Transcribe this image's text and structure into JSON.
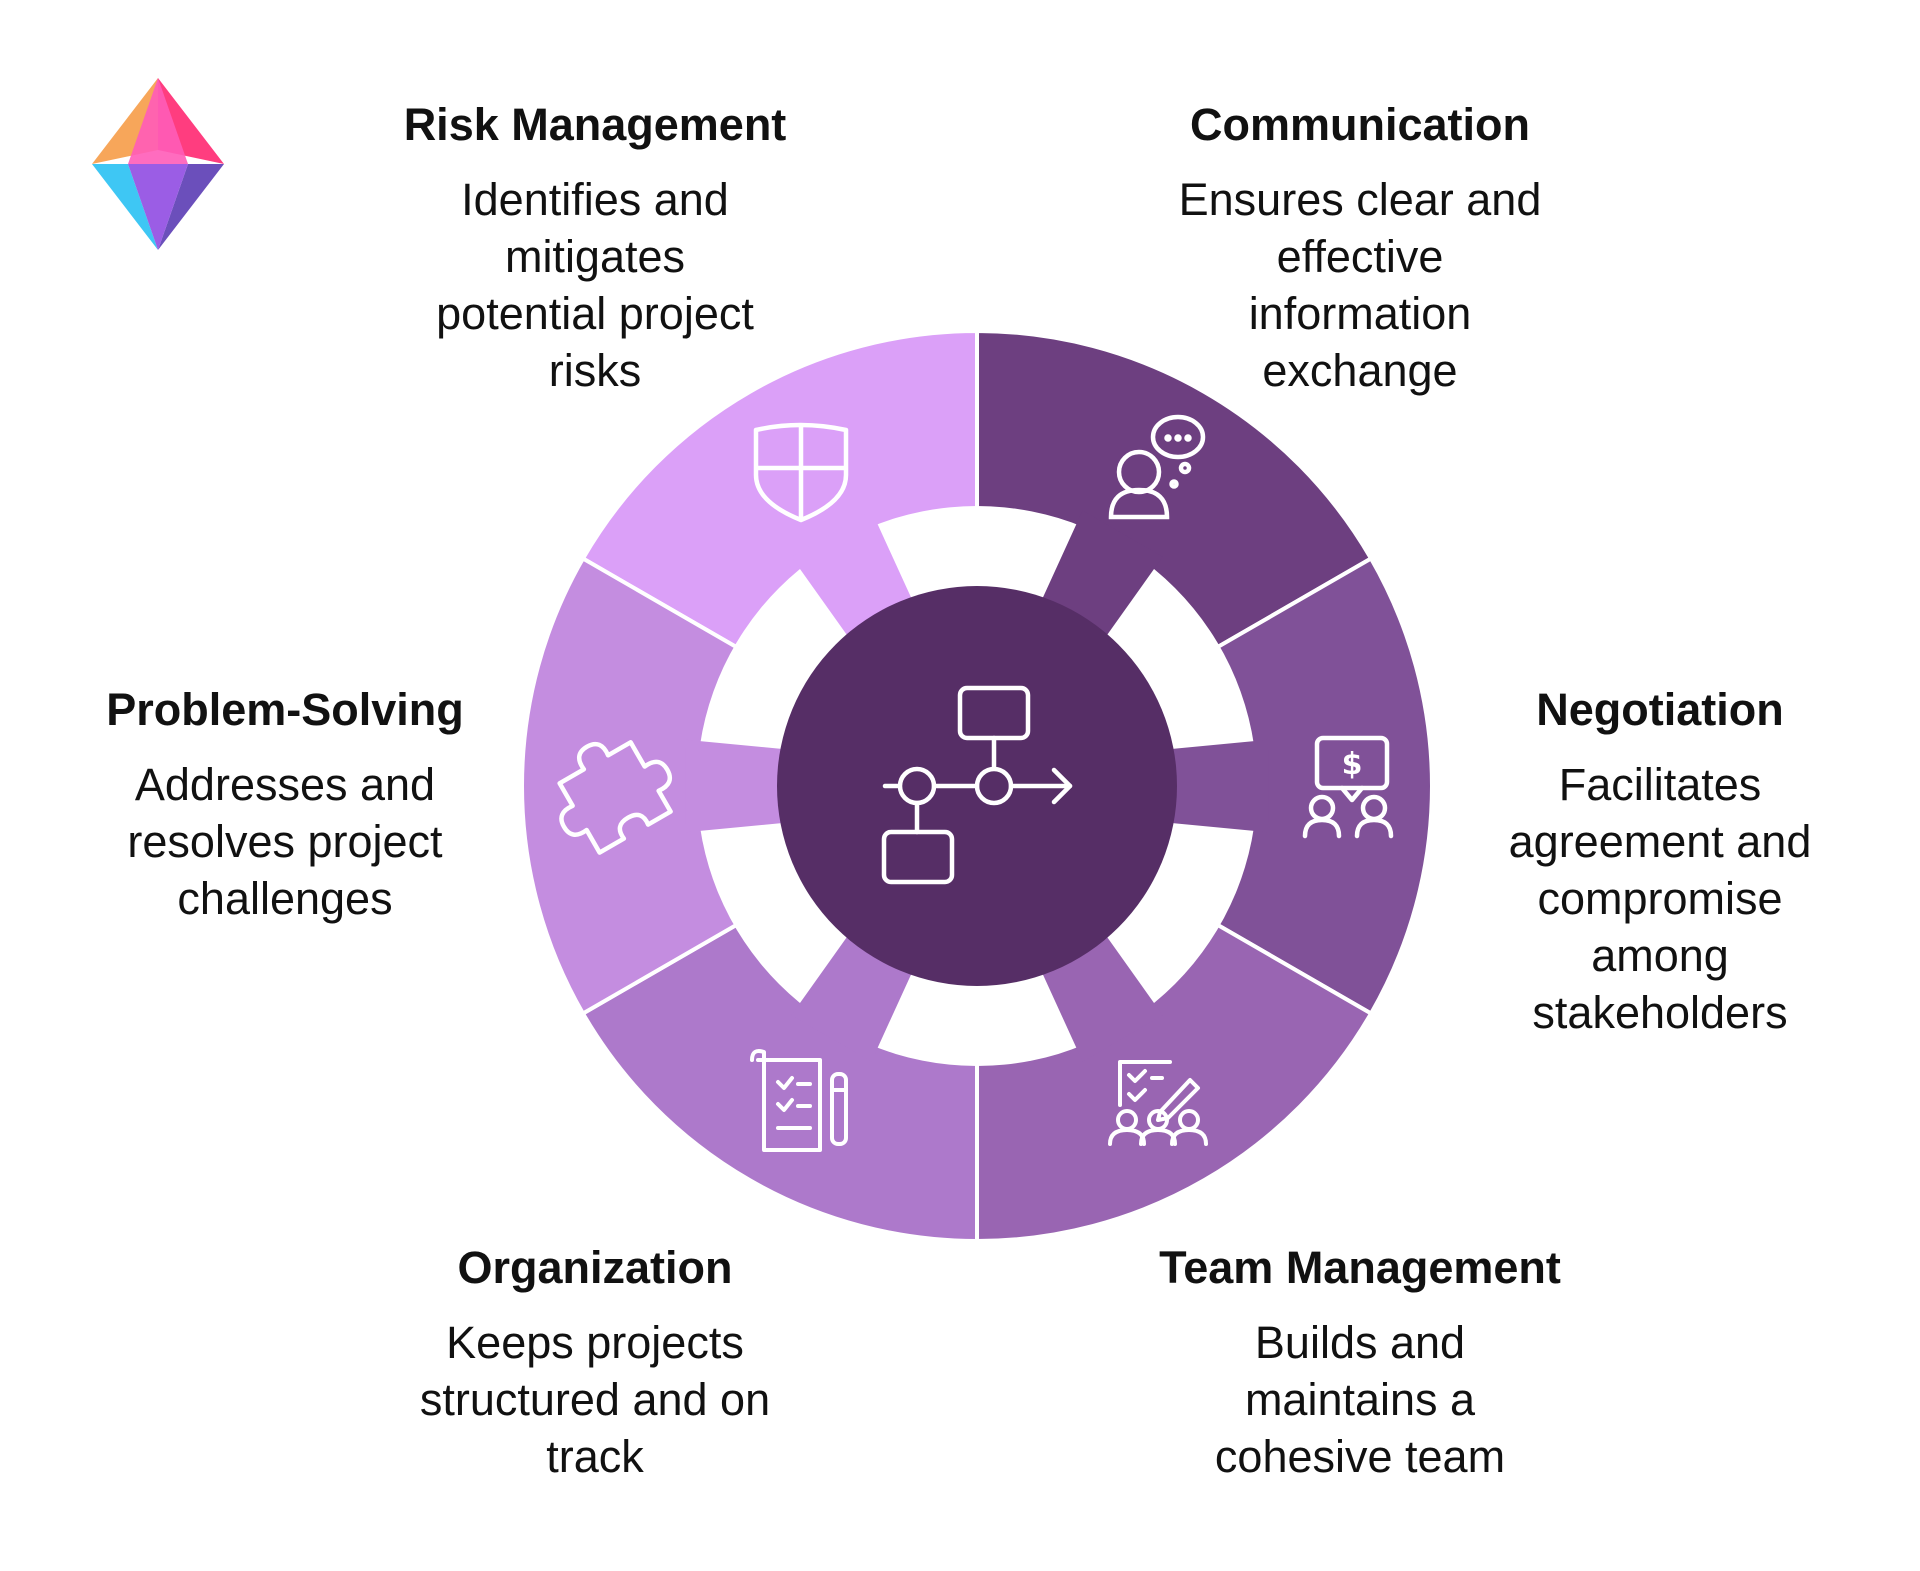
{
  "brand": {
    "logo_colors": [
      "#f7a65a",
      "#ff5cb8",
      "#ff3d7f",
      "#3ec7f4",
      "#9b5de5",
      "#6b4fbb"
    ]
  },
  "center": {
    "icon": "workflow-diagram-icon",
    "color": "#562e66"
  },
  "segments": [
    {
      "id": "risk",
      "title": "Risk Management",
      "description": "Identifies and\nmitigates\npotential project\nrisks",
      "icon": "shield-icon",
      "color": "#dba0f8"
    },
    {
      "id": "communication",
      "title": "Communication",
      "description": "Ensures clear and\neffective\ninformation\nexchange",
      "icon": "conversation-person-icon",
      "color": "#6d3f80"
    },
    {
      "id": "negotiation",
      "title": "Negotiation",
      "description": "Facilitates\nagreement and\ncompromise\namong\nstakeholders",
      "icon": "negotiation-icon",
      "color": "#805198"
    },
    {
      "id": "team",
      "title": "Team Management",
      "description": "Builds and\nmaintains a\ncohesive team",
      "icon": "team-checklist-icon",
      "color": "#9965b2"
    },
    {
      "id": "organization",
      "title": "Organization",
      "description": "Keeps projects\nstructured and on\ntrack",
      "icon": "clipboard-pen-icon",
      "color": "#ad79cb"
    },
    {
      "id": "problem",
      "title": "Problem-Solving",
      "description": "Addresses and\nresolves project\nchallenges",
      "icon": "puzzle-piece-icon",
      "color": "#c48de0"
    }
  ]
}
